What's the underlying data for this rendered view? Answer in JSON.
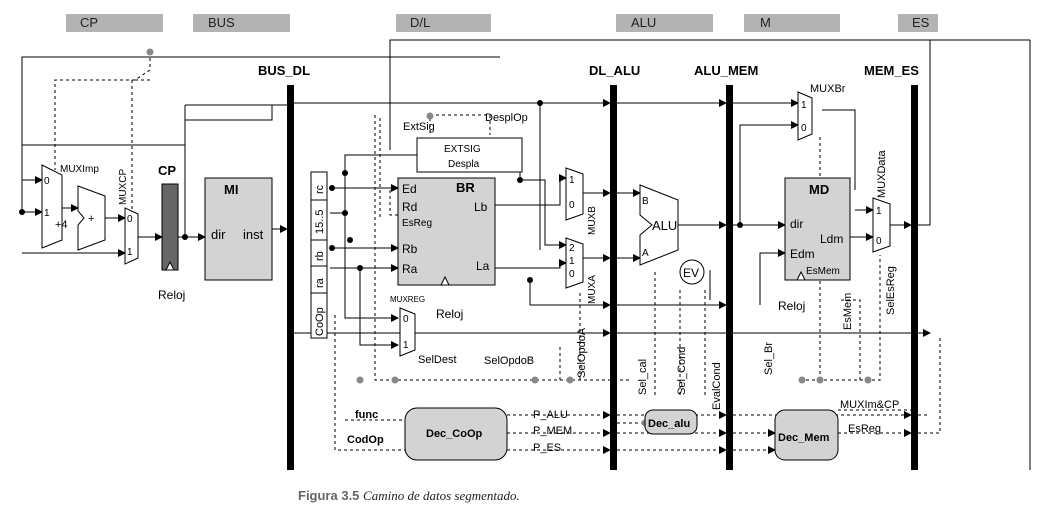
{
  "stages": [
    "CP",
    "BUS",
    "D/L",
    "ALU",
    "M",
    "ES"
  ],
  "pipeline_registers": [
    "BUS_DL",
    "DL_ALU",
    "ALU_MEM",
    "MEM_ES"
  ],
  "blocks": {
    "cp": "CP",
    "mi": "MI",
    "mi_dir": "dir",
    "mi_inst": "inst",
    "br": "BR",
    "br_ed": "Ed",
    "br_rd": "Rd",
    "br_esreg": "EsReg",
    "br_lb": "Lb",
    "br_rb": "Rb",
    "br_ra": "Ra",
    "br_la": "La",
    "extsig_top": "EXTSIG",
    "extsig_bottom": "Despla",
    "alu": "ALU",
    "ev": "EV",
    "md": "MD",
    "md_dir": "dir",
    "md_edm": "Edm",
    "md_ldm": "Ldm",
    "md_esmem": "EsMem",
    "dec_coop": "Dec_CoOp",
    "dec_alu": "Dec_alu",
    "dec_mem": "Dec_Mem",
    "plus": "+",
    "plus4": "+4"
  },
  "instr_fields": [
    "rc",
    "15..5",
    "rb",
    "ra",
    "CoOp"
  ],
  "signals": {
    "muximp": "MUXImp",
    "muxcp": "MUXCP",
    "reloj": "Reloj",
    "extsig": "ExtSig",
    "desplop": "DesplOp",
    "muxb": "MUXB",
    "muxa": "MUXA",
    "muxbr": "MUXBr",
    "muxdata": "MUXData",
    "muxreg": "MUXREG",
    "seldest": "SelDest",
    "selopdob": "SelOpdoB",
    "selopdoa": "SelOpdoA",
    "sel_cal": "Sel_cal",
    "sel_cond": "Sel_Cond",
    "evalcond": "EvalCond",
    "sel_br": "Sel_Br",
    "esmem": "EsMem",
    "selesreg": "SelEsReg",
    "func": "func",
    "codop": "CodOp",
    "p_alu": "P_ALU",
    "p_mem": "P_MEM",
    "p_es": "P_ES",
    "muxim_cp": "MUXIm&CP",
    "esreg": "EsReg",
    "b": "B",
    "a": "A"
  },
  "mux_inputs": {
    "zero": "0",
    "one": "1",
    "two": "2"
  },
  "caption": {
    "number": "Figura 3.5",
    "text": "Camino de datos segmentado."
  }
}
